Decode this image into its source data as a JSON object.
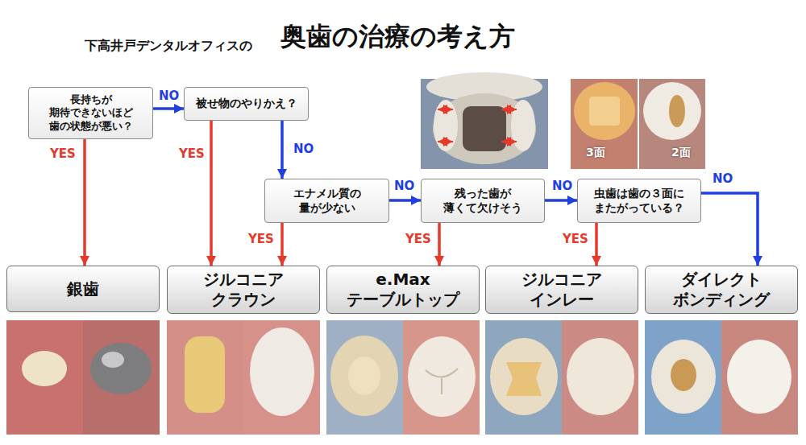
{
  "diagram": {
    "title": "奥歯の治療の考え方",
    "nodes": [
      {
        "text": [
          "長持ちが 期待できないほど 歯の状態が悪い？"
        ]
      },
      {
        "text": [
          "被せ物のやりかえ？"
        ]
      },
      {
        "text": [
          "エナメル質の 量が少ない"
        ]
      },
      {
        "text": [
          "残った歯が 薄くて欠けそう"
        ]
      },
      {
        "text": [
          "虫歯は歯の３面に またがっている？"
        ]
      },
      {
        "text": [
          "銀歯"
        ]
      },
      {
        "text": [
          "ジルコニア クラウン"
        ]
      },
      {
        "text": [
          "e.Max テーブルトップ"
        ]
      },
      {
        "text": [
          "ジルコニア インレー"
        ]
      },
      {
        "text": [
          "ダイレクト ボンディング"
        ]
      }
    ],
    "edges": [
      {
        "from": 0,
        "to": 5,
        "label": "YES",
        "arrow": "to"
      },
      {
        "from": 0,
        "to": 1,
        "label": "NO",
        "arrow": "to"
      },
      {
        "from": 1,
        "to": 6,
        "label": "YES",
        "arrow": "to"
      },
      {
        "from": 1,
        "to": 2,
        "label": "NO",
        "arrow": "to"
      },
      {
        "from": 2,
        "to": 6,
        "label": "YES",
        "arrow": "to"
      },
      {
        "from": 2,
        "to": 3,
        "label": "NO",
        "arrow": "to"
      },
      {
        "from": 3,
        "to": 7,
        "label": "YES",
        "arrow": "to"
      },
      {
        "from": 3,
        "to": 4,
        "label": "NO",
        "arrow": "to"
      },
      {
        "from": 4,
        "to": 8,
        "label": "YES",
        "arrow": "to"
      },
      {
        "from": 4,
        "to": 9,
        "label": "NO",
        "arrow": "to"
      }
    ],
    "labels": [
      "下高井戸デンタルオフィスの",
      "3面",
      "2面"
    ]
  }
}
